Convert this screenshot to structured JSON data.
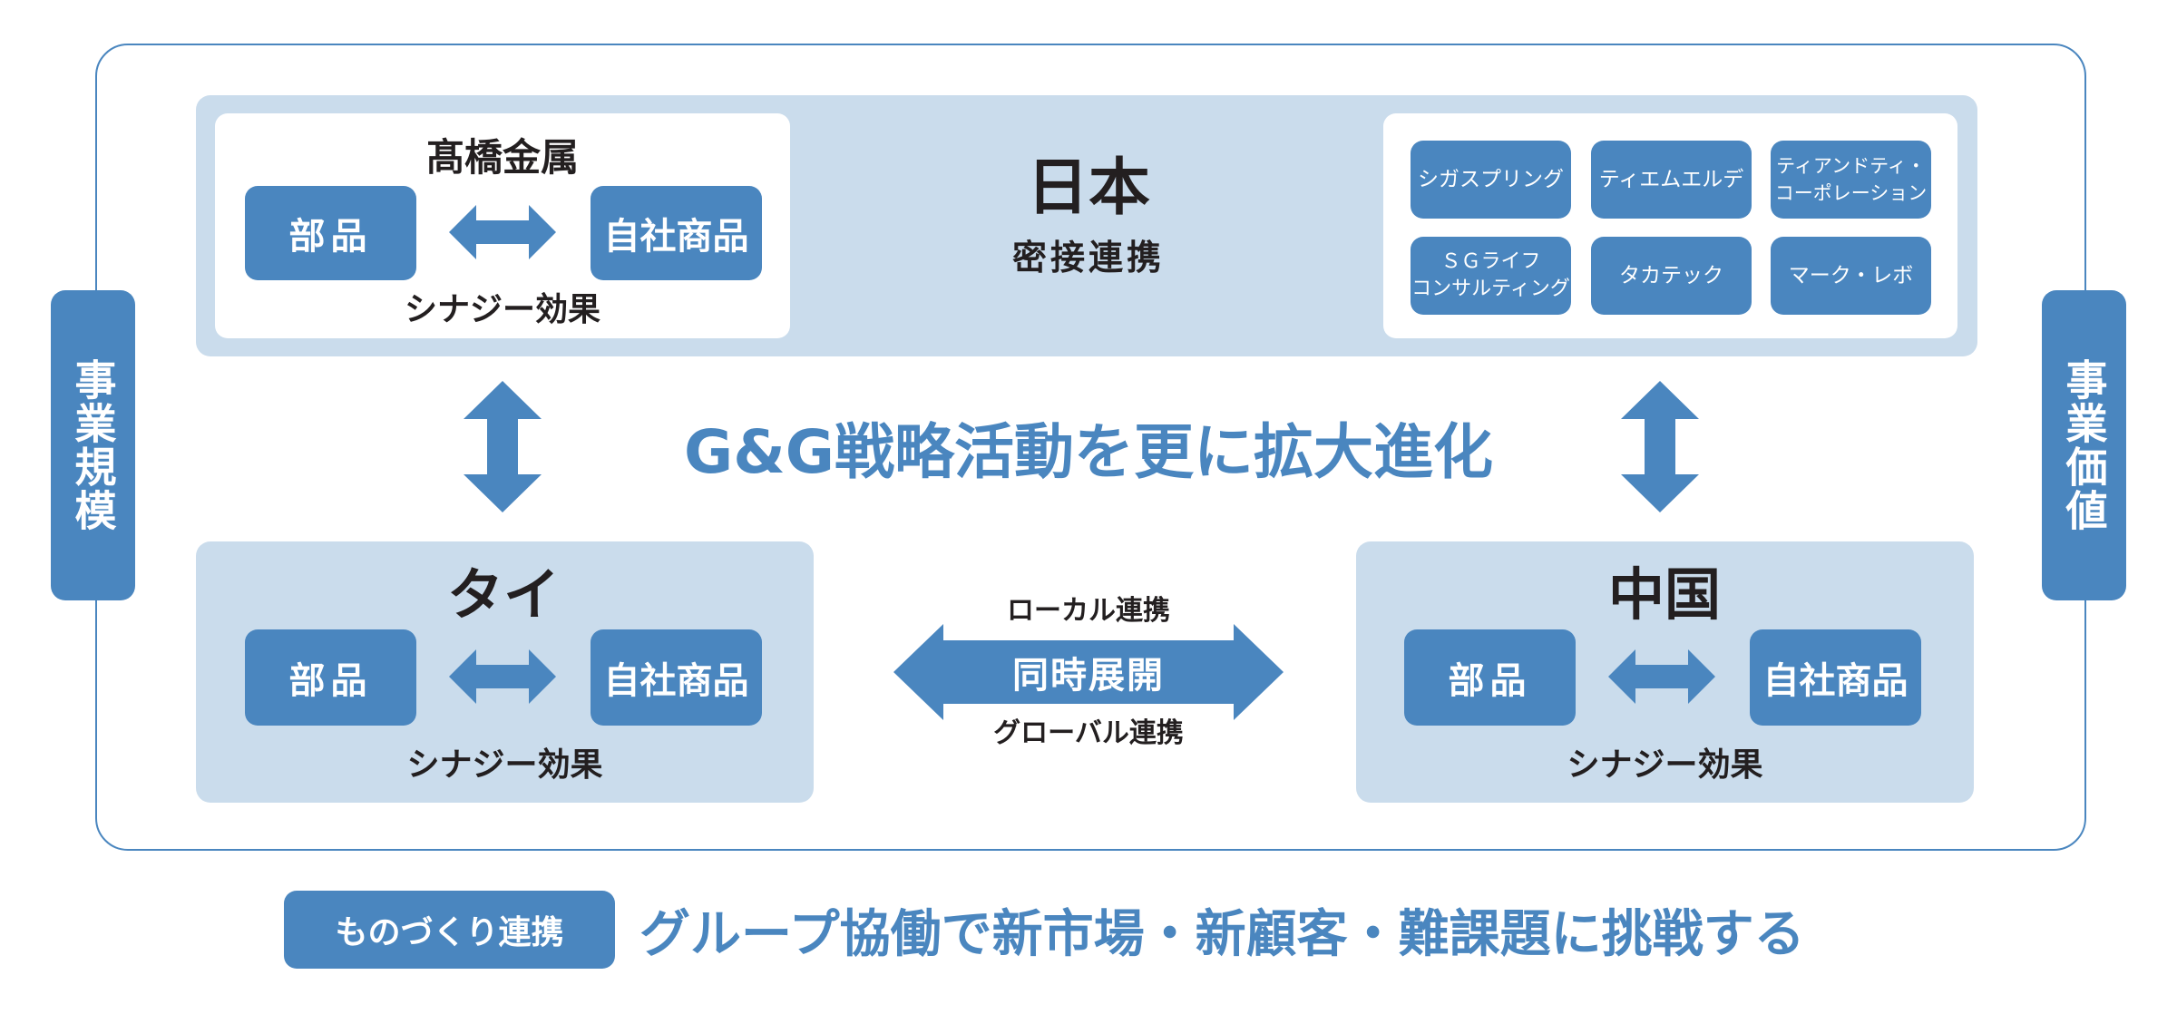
{
  "side_left": "事業規模",
  "side_right": "事業価値",
  "japan": {
    "title": "日本",
    "subtitle": "密接連携",
    "takahashi": {
      "title": "髙橋金属",
      "left": "部品",
      "right": "自社商品",
      "caption": "シナジー効果"
    },
    "companies": [
      "シガスプリング",
      "ティエムエルデ",
      "ティアンドティ・\nコーポレーション",
      "ＳＧライフ\nコンサルティング",
      "タカテック",
      "マーク・レボ"
    ]
  },
  "center_message": "G&G戦略活動を更に拡大進化",
  "thai": {
    "title": "タイ",
    "left": "部品",
    "right": "自社商品",
    "caption": "シナジー効果"
  },
  "china": {
    "title": "中国",
    "left": "部品",
    "right": "自社商品",
    "caption": "シナジー効果"
  },
  "middle_link": {
    "top": "ローカル連携",
    "center": "同時展開",
    "bottom": "グローバル連携"
  },
  "footer": {
    "badge": "ものづくり連携",
    "message": "グループ協働で新市場・新顧客・難課題に挑戦する"
  },
  "colors": {
    "accent": "#4a86bf",
    "panel": "#cadcec",
    "text": "#231f20"
  }
}
